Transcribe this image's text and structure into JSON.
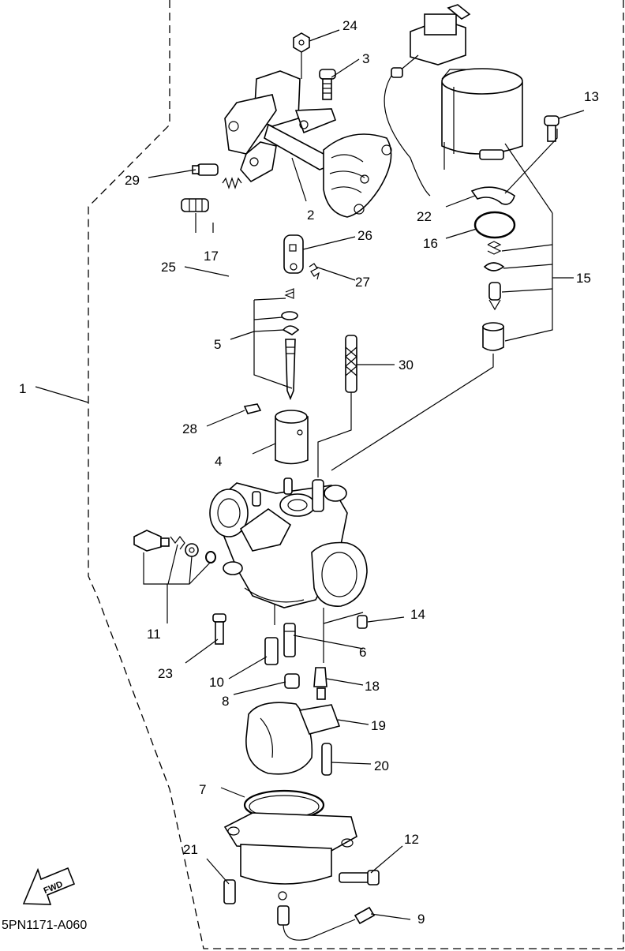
{
  "drawing_code": "5PN1171-A060",
  "fwd_label": "FWD",
  "callouts": {
    "c1": "1",
    "c2": "2",
    "c3": "3",
    "c4": "4",
    "c5": "5",
    "c6": "6",
    "c7": "7",
    "c8": "8",
    "c9": "9",
    "c10": "10",
    "c11": "11",
    "c12": "12",
    "c13": "13",
    "c14": "14",
    "c15": "15",
    "c16": "16",
    "c17": "17",
    "c18": "18",
    "c19": "19",
    "c20": "20",
    "c21": "21",
    "c22": "22",
    "c23": "23",
    "c24": "24",
    "c25": "25",
    "c26": "26",
    "c27": "27",
    "c28": "28",
    "c29": "29",
    "c30": "30"
  }
}
